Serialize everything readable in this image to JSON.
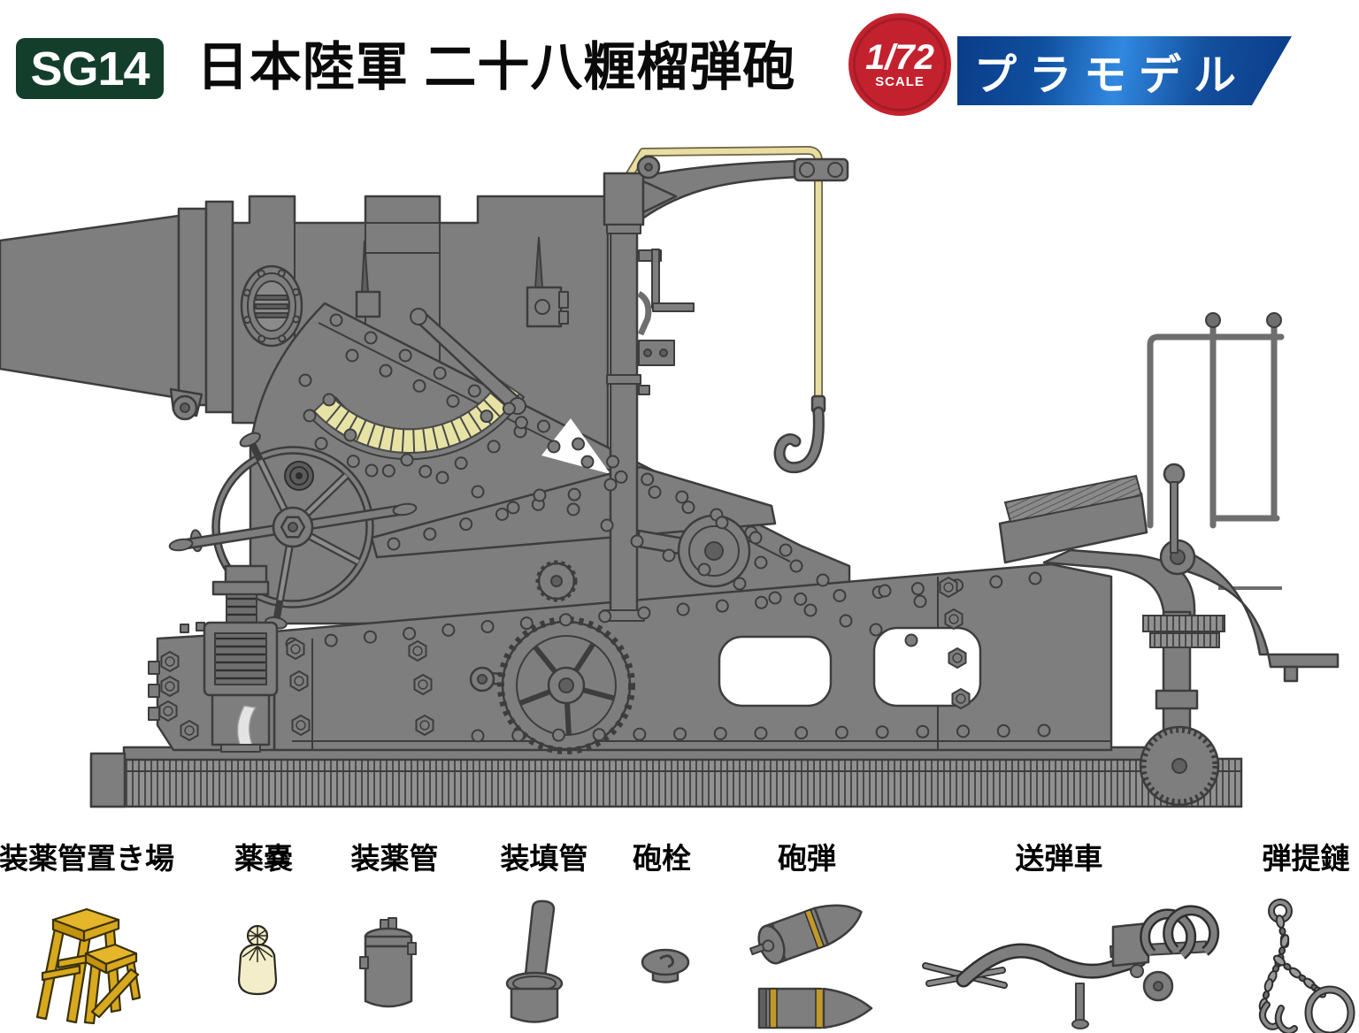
{
  "header": {
    "product_code": "SG14",
    "title": "日本陸軍 二十八糎榴弾砲",
    "scale_badge": {
      "scale": "1/72",
      "label": "SCALE"
    },
    "category_banner": "プラモデル"
  },
  "colors": {
    "badge_green": "#143e2c",
    "scale_red": "#c4212e",
    "banner_blue_dark": "#0a3c88",
    "banner_blue_light": "#3188e0",
    "metal_gray": "#7e7e7e",
    "metal_outline": "#3d3d3d",
    "elevation_arc_yellow": "#e7e3a5",
    "crane_rope_tan": "#e9dda1",
    "stand_wood_yellow": "#d8a81e",
    "powder_bag_cream": "#f4edca",
    "shell_band_brass": "#c1992a"
  },
  "parts_legend": [
    {
      "label": "装薬管置き場"
    },
    {
      "label": "薬嚢"
    },
    {
      "label": "装薬管"
    },
    {
      "label": "装填管"
    },
    {
      "label": "砲栓"
    },
    {
      "label": "砲弾"
    },
    {
      "label": "送弾車"
    },
    {
      "label": "弾提鏈"
    }
  ]
}
